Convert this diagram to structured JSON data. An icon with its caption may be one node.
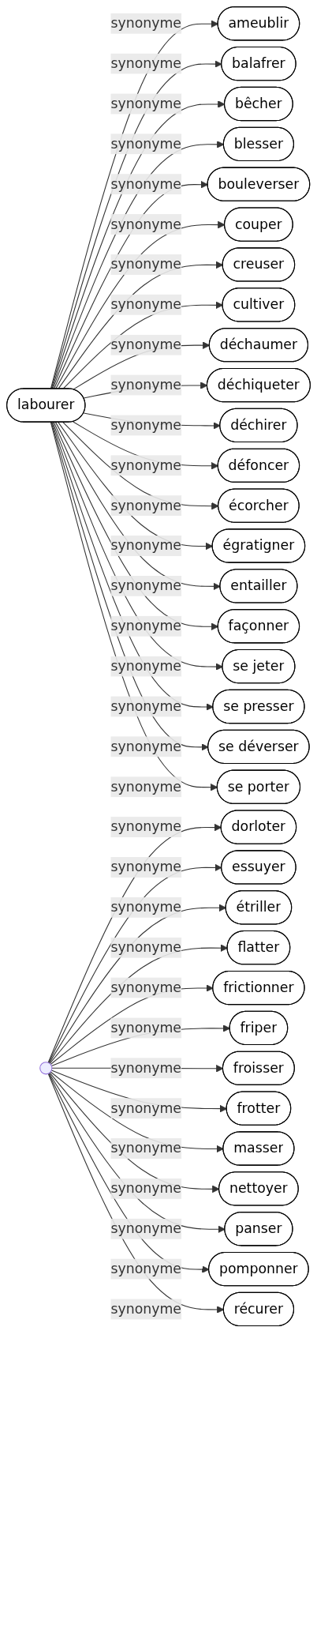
{
  "diagram": {
    "nodes": [
      {
        "text": [
          "labourer"
        ]
      },
      {
        "text": [
          "ameublir"
        ]
      },
      {
        "text": [
          "balafrer"
        ]
      },
      {
        "text": [
          "bêcher"
        ]
      },
      {
        "text": [
          "blesser"
        ]
      },
      {
        "text": [
          "bouleverser"
        ]
      },
      {
        "text": [
          "couper"
        ]
      },
      {
        "text": [
          "creuser"
        ]
      },
      {
        "text": [
          "cultiver"
        ]
      },
      {
        "text": [
          "déchaumer"
        ]
      },
      {
        "text": [
          "déchiqueter"
        ]
      },
      {
        "text": [
          "déchirer"
        ]
      },
      {
        "text": [
          "défoncer"
        ]
      },
      {
        "text": [
          "écorcher"
        ]
      },
      {
        "text": [
          "égratigner"
        ]
      },
      {
        "text": [
          "entailler"
        ]
      },
      {
        "text": [
          "façonner"
        ]
      },
      {
        "text": [
          "se jeter"
        ]
      },
      {
        "text": [
          "se presser"
        ]
      },
      {
        "text": [
          "se déverser"
        ]
      },
      {
        "text": [
          "se porter"
        ]
      },
      {
        "text": [],
        "shape": "point"
      },
      {
        "text": [
          "dorloter"
        ]
      },
      {
        "text": [
          "essuyer"
        ]
      },
      {
        "text": [
          "étriller"
        ]
      },
      {
        "text": [
          "flatter"
        ]
      },
      {
        "text": [
          "frictionner"
        ]
      },
      {
        "text": [
          "friper"
        ]
      },
      {
        "text": [
          "froisser"
        ]
      },
      {
        "text": [
          "frotter"
        ]
      },
      {
        "text": [
          "masser"
        ]
      },
      {
        "text": [
          "nettoyer"
        ]
      },
      {
        "text": [
          "panser"
        ]
      },
      {
        "text": [
          "pomponner"
        ]
      },
      {
        "text": [
          "récurer"
        ]
      }
    ],
    "edges": [
      {
        "from": 0,
        "to": 1,
        "arrow": "to",
        "label": "synonyme"
      },
      {
        "from": 0,
        "to": 2,
        "arrow": "to",
        "label": "synonyme"
      },
      {
        "from": 0,
        "to": 3,
        "arrow": "to",
        "label": "synonyme"
      },
      {
        "from": 0,
        "to": 4,
        "arrow": "to",
        "label": "synonyme"
      },
      {
        "from": 0,
        "to": 5,
        "arrow": "to",
        "label": "synonyme"
      },
      {
        "from": 0,
        "to": 6,
        "arrow": "to",
        "label": "synonyme"
      },
      {
        "from": 0,
        "to": 7,
        "arrow": "to",
        "label": "synonyme"
      },
      {
        "from": 0,
        "to": 8,
        "arrow": "to",
        "label": "synonyme"
      },
      {
        "from": 0,
        "to": 9,
        "arrow": "to",
        "label": "synonyme"
      },
      {
        "from": 0,
        "to": 10,
        "arrow": "to",
        "label": "synonyme"
      },
      {
        "from": 0,
        "to": 11,
        "arrow": "to",
        "label": "synonyme"
      },
      {
        "from": 0,
        "to": 12,
        "arrow": "to",
        "label": "synonyme"
      },
      {
        "from": 0,
        "to": 13,
        "arrow": "to",
        "label": "synonyme"
      },
      {
        "from": 0,
        "to": 14,
        "arrow": "to",
        "label": "synonyme"
      },
      {
        "from": 0,
        "to": 15,
        "arrow": "to",
        "label": "synonyme"
      },
      {
        "from": 0,
        "to": 16,
        "arrow": "to",
        "label": "synonyme"
      },
      {
        "from": 0,
        "to": 17,
        "arrow": "to",
        "label": "synonyme"
      },
      {
        "from": 0,
        "to": 18,
        "arrow": "to",
        "label": "synonyme"
      },
      {
        "from": 0,
        "to": 19,
        "arrow": "to",
        "label": "synonyme"
      },
      {
        "from": 0,
        "to": 20,
        "arrow": "to",
        "label": "synonyme"
      },
      {
        "from": 21,
        "to": 22,
        "arrow": "to",
        "label": "synonyme"
      },
      {
        "from": 21,
        "to": 23,
        "arrow": "to",
        "label": "synonyme"
      },
      {
        "from": 21,
        "to": 24,
        "arrow": "to",
        "label": "synonyme"
      },
      {
        "from": 21,
        "to": 25,
        "arrow": "to",
        "label": "synonyme"
      },
      {
        "from": 21,
        "to": 26,
        "arrow": "to",
        "label": "synonyme"
      },
      {
        "from": 21,
        "to": 27,
        "arrow": "to",
        "label": "synonyme"
      },
      {
        "from": 21,
        "to": 28,
        "arrow": "to",
        "label": "synonyme"
      },
      {
        "from": 21,
        "to": 29,
        "arrow": "to",
        "label": "synonyme"
      },
      {
        "from": 21,
        "to": 30,
        "arrow": "to",
        "label": "synonyme"
      },
      {
        "from": 21,
        "to": 31,
        "arrow": "to",
        "label": "synonyme"
      },
      {
        "from": 21,
        "to": 32,
        "arrow": "to",
        "label": "synonyme"
      },
      {
        "from": 21,
        "to": 33,
        "arrow": "to",
        "label": "synonyme"
      },
      {
        "from": 21,
        "to": 34,
        "arrow": "to",
        "label": "synonyme"
      }
    ]
  }
}
